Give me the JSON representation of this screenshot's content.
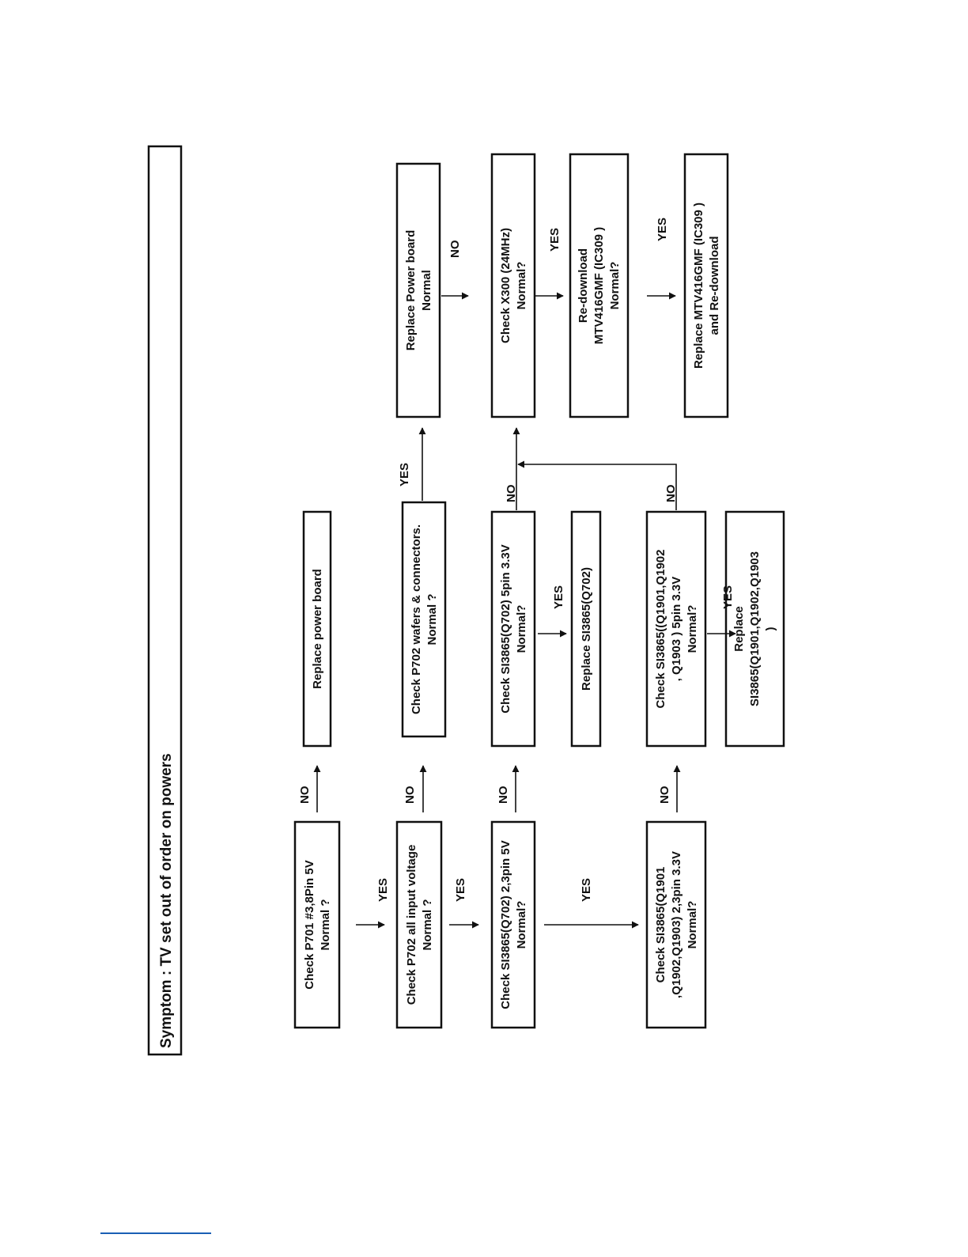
{
  "title": "Symptom : TV set out of order on powers",
  "boxes": {
    "check_p701": [
      "Check P701 #3,8Pin 5V",
      "Normal ?"
    ],
    "replace_power_board": [
      "Replace power board"
    ],
    "check_p702_input": [
      "Check P702 all input voltage",
      "Normal ?"
    ],
    "check_p702_wafers": [
      "Check P702  wafers & connectors.",
      "Normal ?"
    ],
    "replace_power_board_normal": [
      "Replace Power board",
      "Normal"
    ],
    "check_q702_23pin": [
      "Check SI3865(Q702) 2,3pin 5V",
      "Normal?"
    ],
    "check_q702_5pin": [
      "Check SI3865(Q702) 5pin 3.3V",
      "Normal?"
    ],
    "replace_q702": [
      "Replace SI3865(Q702)"
    ],
    "check_x300": [
      "Check X300 (24MHz)",
      "Normal?"
    ],
    "redownload": [
      "Re-download",
      "MTV416GMF (IC309 )",
      "Normal?"
    ],
    "replace_mtv": [
      "Replace MTV416GMF (IC309 )",
      "and Re-download"
    ],
    "check_q1901_23pin": [
      "Check SI3865(Q1901",
      ",Q1902,Q1903)  2,3pin 3.3V",
      "Normal?"
    ],
    "check_q1901_5pin": [
      "Check SI3865((Q1901,Q1902",
      ", Q1903 )  5pin 3.3V",
      "Normal?"
    ],
    "replace_q1901": [
      "Replace",
      "SI3865(Q1901,Q1902,Q1903",
      ")"
    ]
  },
  "labels": {
    "yes": "YES",
    "no": "NO"
  },
  "colors": {
    "ink": "#111111",
    "footer_rule": "#1a5fb4"
  }
}
